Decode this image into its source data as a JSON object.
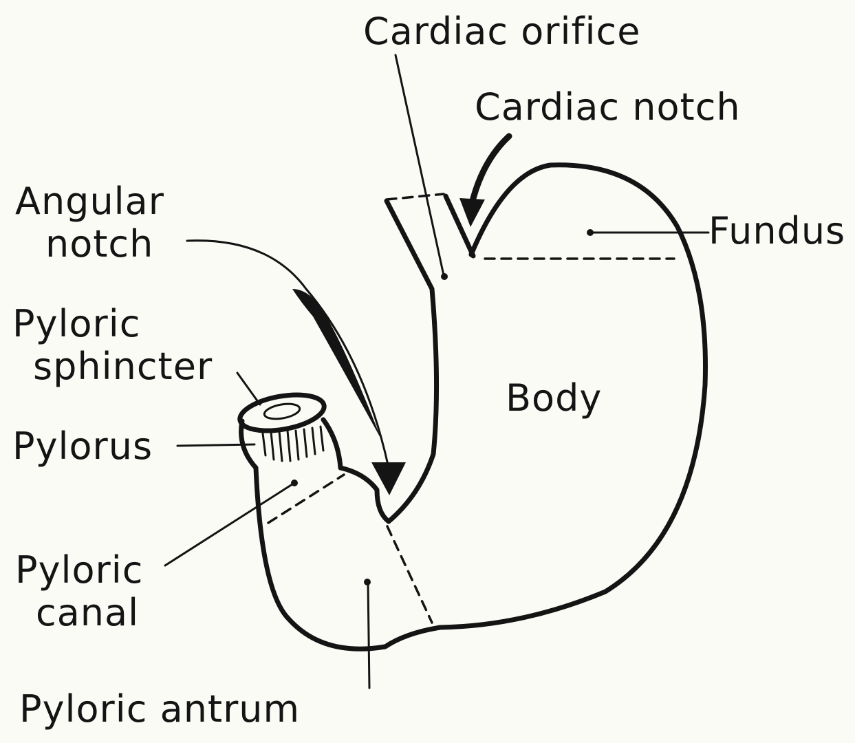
{
  "diagram": {
    "labels": {
      "cardiac_orifice": "Cardiac orifice",
      "cardiac_notch": "Cardiac notch",
      "angular_notch_line1": "Angular",
      "angular_notch_line2": "notch",
      "fundus": "Fundus",
      "pyloric_sphincter_line1": "Pyloric",
      "pyloric_sphincter_line2": "sphincter",
      "pylorus": "Pylorus",
      "body": "Body",
      "pyloric_canal_line1": "Pyloric",
      "pyloric_canal_line2": "canal",
      "pyloric_antrum": "Pyloric antrum"
    },
    "colors": {
      "ink": "#141414",
      "paper": "#fbfbf6"
    }
  }
}
